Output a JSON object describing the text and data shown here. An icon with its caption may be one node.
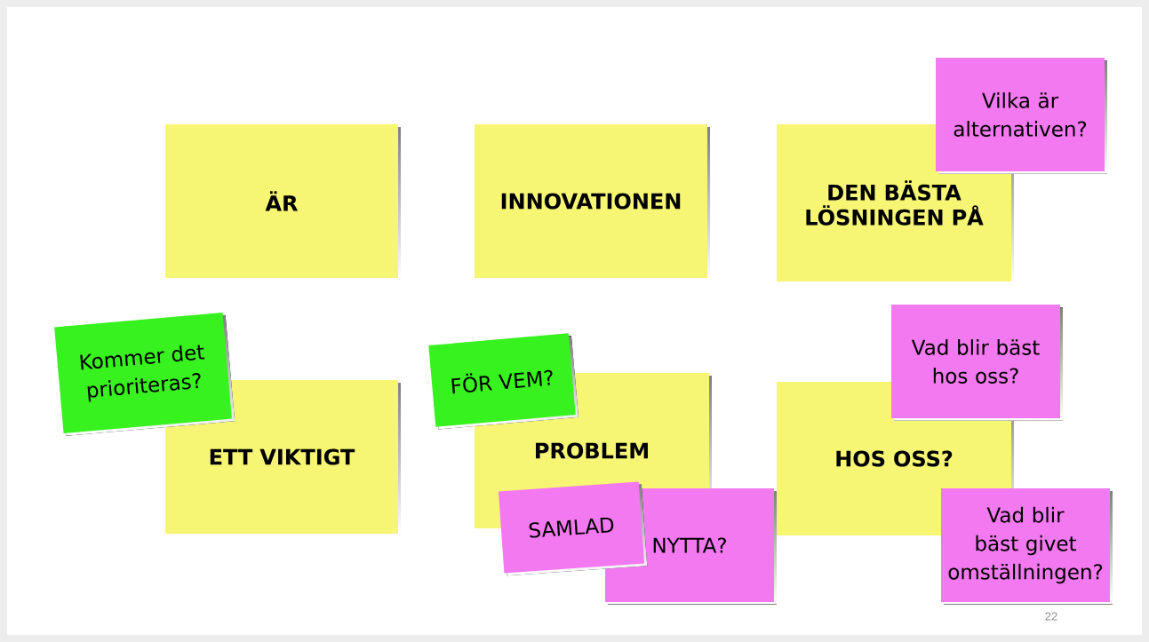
{
  "diagram": {
    "nodes": [
      {
        "text": [
          "ÄR"
        ]
      },
      {
        "text": [
          "INNOVATIONEN"
        ]
      },
      {
        "text": [
          "DEN BÄSTA LÖSNINGEN PÅ"
        ]
      },
      {
        "text": [
          "Vilka är alternativen?"
        ]
      },
      {
        "text": [
          "Kommer det prioriteras?"
        ]
      },
      {
        "text": [
          "FÖR VEM?"
        ]
      },
      {
        "text": [
          "ETT VIKTIGT"
        ]
      },
      {
        "text": [
          "PROBLEM"
        ]
      },
      {
        "text": [
          "Vad blir bäst hos oss?"
        ]
      },
      {
        "text": [
          "HOS OSS?"
        ]
      },
      {
        "text": [
          "SAMLAD"
        ]
      },
      {
        "text": [
          "NYTTA?"
        ]
      },
      {
        "text": [
          "Vad blir bäst givet omställningen?"
        ]
      }
    ],
    "labels": [
      "22"
    ]
  }
}
